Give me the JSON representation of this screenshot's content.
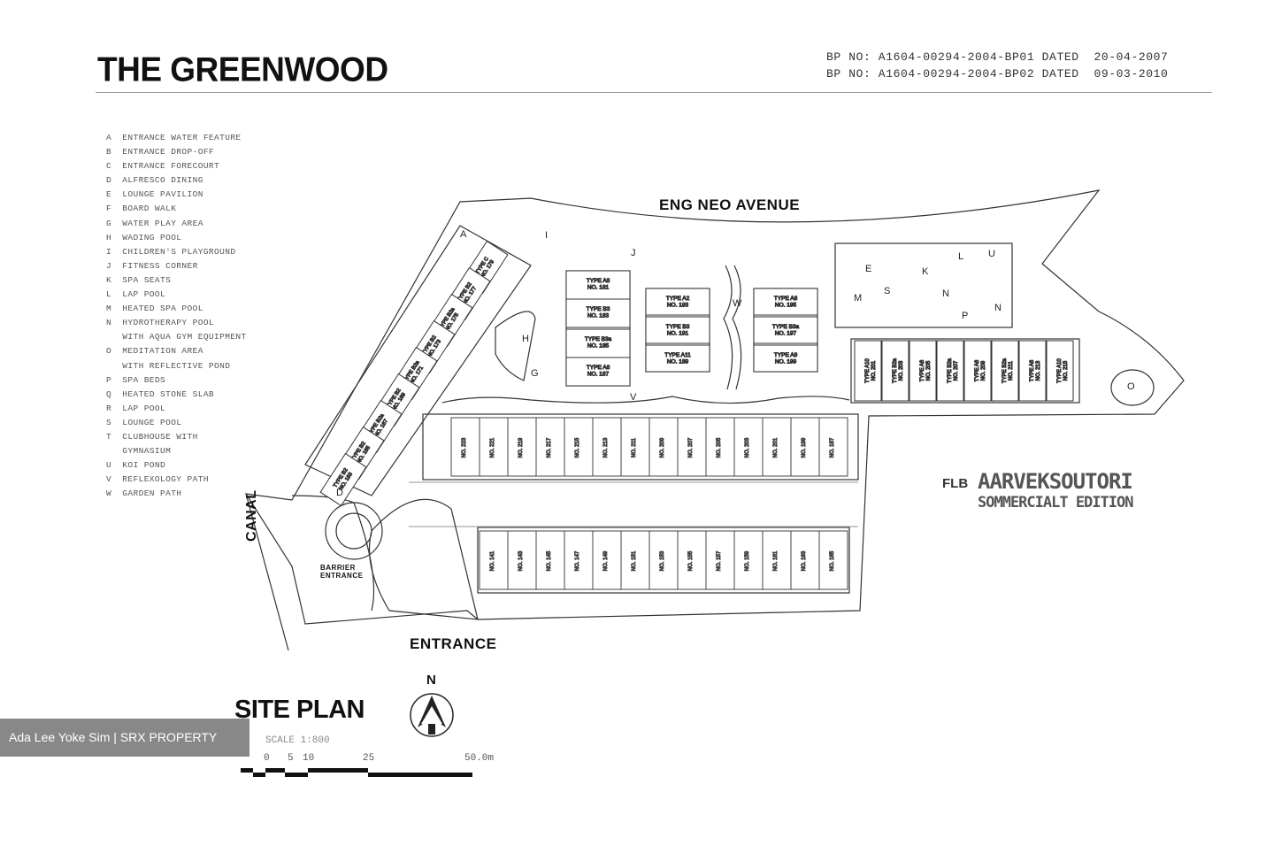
{
  "title": "THE GREENWOOD",
  "bp_lines": [
    "BP NO: A1604-00294-2004-BP01 DATED  20-04-2007",
    "BP NO: A1604-00294-2004-BP02 DATED  09-03-2010"
  ],
  "legend": [
    "A  ENTRANCE WATER FEATURE",
    "B  ENTRANCE DROP-OFF",
    "C  ENTRANCE FORECOURT",
    "D  ALFRESCO DINING",
    "E  LOUNGE PAVILION",
    "F  BOARD WALK",
    "G  WATER PLAY AREA",
    "H  WADING POOL",
    "I  CHILDREN'S PLAYGROUND",
    "J  FITNESS CORNER",
    "K  SPA SEATS",
    "L  LAP POOL",
    "M  HEATED SPA POOL",
    "N  HYDROTHERAPY POOL",
    "   WITH AQUA GYM EQUIPMENT",
    "O  MEDITATION AREA",
    "   WITH REFLECTIVE POND",
    "P  SPA BEDS",
    "Q  HEATED STONE SLAB",
    "R  LAP POOL",
    "S  LOUNGE POOL",
    "T  CLUBHOUSE WITH",
    "   GYMNASIUM",
    "U  KOI POND",
    "V  REFLEXOLOGY PATH",
    "W  GARDEN PATH"
  ],
  "roads": {
    "north": "ENG NEO AVENUE",
    "west": "CANAL",
    "entrance": "ENTRANCE",
    "barrier": "BARRIER ENTRANCE"
  },
  "north_arrow": "N",
  "site_plan": {
    "title": "SITE PLAN",
    "scale": "SCALE 1:800",
    "ticks": [
      "0",
      "5",
      "10",
      "25",
      "50.0m"
    ]
  },
  "stamp": {
    "prefix": "FLB",
    "line1": "AARVEKSOUTORI",
    "line2": "SOMMERCIALT EDITION"
  },
  "watermark": "Ada Lee Yoke Sim | SRX PROPERTY",
  "zone_labels": [
    "E",
    "S",
    "N",
    "P",
    "L",
    "U",
    "N",
    "M",
    "W",
    "H",
    "G",
    "I",
    "J",
    "D",
    "O",
    "A",
    "V",
    "K"
  ],
  "building_blocks": [
    {
      "type": "TYPE A8",
      "no": "NO. 181"
    },
    {
      "type": "TYPE B3",
      "no": "NO. 183"
    },
    {
      "type": "TYPE B3a",
      "no": "NO. 185"
    },
    {
      "type": "TYPE A8",
      "no": "NO. 187"
    },
    {
      "type": "TYPE A2",
      "no": "NO. 193"
    },
    {
      "type": "TYPE B3",
      "no": "NO. 191"
    },
    {
      "type": "TYPE A11",
      "no": "NO. 189"
    },
    {
      "type": "TYPE A8",
      "no": "NO. 195"
    },
    {
      "type": "TYPE B3a",
      "no": "NO. 197"
    },
    {
      "type": "TYPE A9",
      "no": "NO. 199"
    }
  ],
  "diagonal_blocks": [
    {
      "type": "TYPE C",
      "no": "NO. 179"
    },
    {
      "type": "TYPE B2",
      "no": "NO. 177"
    },
    {
      "type": "TYPE B2a",
      "no": "NO. 175"
    },
    {
      "type": "TYPE B2",
      "no": "NO. 173"
    },
    {
      "type": "TYPE B2a",
      "no": "NO. 171"
    },
    {
      "type": "TYPE B2",
      "no": "NO. 169"
    },
    {
      "type": "TYPE B2a",
      "no": "NO. 167"
    },
    {
      "type": "TYPE B2",
      "no": "NO. 165"
    },
    {
      "type": "TYPE B2",
      "no": "NO. 163"
    }
  ],
  "east_blocks": [
    {
      "type": "TYPE A10",
      "no": "NO. 201"
    },
    {
      "type": "TYPE B2a",
      "no": "NO. 203"
    },
    {
      "type": "TYPE A6",
      "no": "NO. 205"
    },
    {
      "type": "TYPE B2a",
      "no": "NO. 207"
    },
    {
      "type": "TYPE A6",
      "no": "NO. 209"
    },
    {
      "type": "TYPE B2a",
      "no": "NO. 211"
    },
    {
      "type": "TYPE A6",
      "no": "NO. 213"
    },
    {
      "type": "TYPE A10",
      "no": "NO. 215"
    }
  ],
  "terrace_upper": [
    "NO. 223",
    "NO. 221",
    "NO. 219",
    "NO. 217",
    "NO. 215",
    "NO. 213",
    "NO. 211",
    "NO. 209",
    "NO. 207",
    "NO. 205",
    "NO. 203",
    "NO. 201",
    "NO. 199",
    "NO. 197"
  ],
  "terrace_lower": [
    "NO. 141",
    "NO. 143",
    "NO. 145",
    "NO. 147",
    "NO. 149",
    "NO. 151",
    "NO. 153",
    "NO. 155",
    "NO. 157",
    "NO. 159",
    "NO. 161",
    "NO. 163",
    "NO. 165"
  ]
}
